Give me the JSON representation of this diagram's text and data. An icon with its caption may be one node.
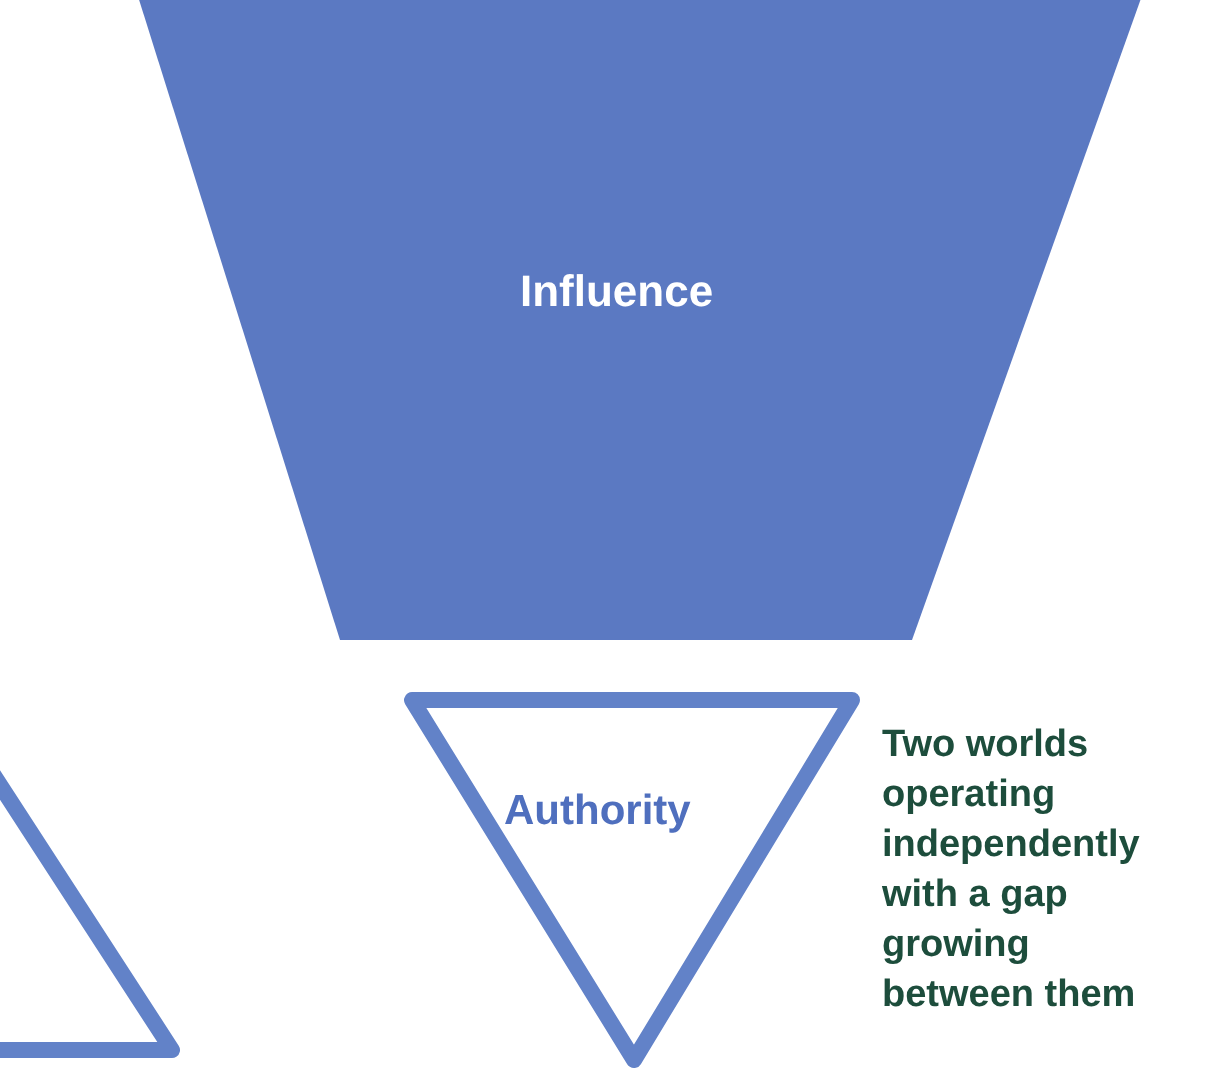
{
  "diagram": {
    "nodes": [
      {
        "text": [
          "Influence"
        ]
      },
      {
        "text": [],
        "shape": "triangle"
      },
      {
        "text": [
          "Authority"
        ]
      }
    ],
    "labels": [
      "Two worlds operating independently with a gap growing between them"
    ]
  }
}
